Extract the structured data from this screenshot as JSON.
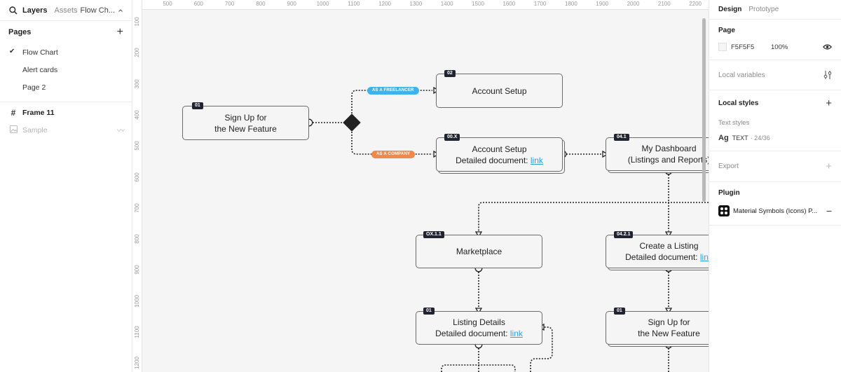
{
  "left_panel": {
    "tabs": {
      "layers": "Layers",
      "assets": "Assets"
    },
    "file_name": "Flow Ch...",
    "pages_title": "Pages",
    "pages": [
      {
        "label": "Flow Chart",
        "active": true
      },
      {
        "label": "Alert cards",
        "active": false
      },
      {
        "label": "Page 2",
        "active": false
      }
    ],
    "layers": [
      {
        "label": "Frame 11",
        "icon": "frame-icon"
      },
      {
        "label": "Sample",
        "icon": "image-icon"
      }
    ]
  },
  "rulers": {
    "top": [
      "500",
      "600",
      "700",
      "800",
      "900",
      "1000",
      "1100",
      "1200",
      "1300",
      "1400",
      "1500",
      "1600",
      "1700",
      "1800",
      "1900",
      "2000",
      "2100",
      "2200"
    ],
    "left": [
      "100",
      "200",
      "300",
      "400",
      "500",
      "600",
      "700",
      "800",
      "900",
      "1000",
      "1100",
      "1200"
    ]
  },
  "flow": {
    "nodes": [
      {
        "id": "signup",
        "tag": "01",
        "lines": [
          "Sign Up for",
          "the New Feature"
        ],
        "link": ""
      },
      {
        "id": "account",
        "tag": "02",
        "lines": [
          "Account Setup"
        ],
        "link": ""
      },
      {
        "id": "account-detail",
        "tag": "00.X",
        "lines": [
          "Account Setup"
        ],
        "doc": "Detailed document:",
        "link": "link"
      },
      {
        "id": "dashboard",
        "tag": "04.1",
        "lines": [
          "My Dashboard",
          "(Listings and Reports)"
        ],
        "link": ""
      },
      {
        "id": "marketplace",
        "tag": "OX.1.1",
        "lines": [
          "Marketplace"
        ],
        "link": ""
      },
      {
        "id": "create-listing",
        "tag": "04.2.1",
        "lines": [
          "Create a Listing"
        ],
        "doc": "Detailed document:",
        "link": "link"
      },
      {
        "id": "listing-details",
        "tag": "01",
        "lines": [
          "Listing Details"
        ],
        "doc": "Detailed document:",
        "link": "link"
      },
      {
        "id": "signup-2",
        "tag": "01",
        "lines": [
          "Sign Up for",
          "the New Feature"
        ],
        "link": ""
      }
    ],
    "branch_labels": [
      {
        "text": "AS A FREELANCER",
        "color": "#3fb2ec"
      },
      {
        "text": "AS A COMPANY",
        "color": "#f0894a"
      }
    ]
  },
  "right_panel": {
    "tabs": {
      "design": "Design",
      "prototype": "Prototype"
    },
    "page_title": "Page",
    "page_color": "F5F5F5",
    "page_opacity": "100%",
    "local_variables": "Local variables",
    "local_styles": "Local styles",
    "text_styles": "Text styles",
    "text_style": {
      "sample": "Ag",
      "name": "TEXT",
      "meta": "· 24/36"
    },
    "export": "Export",
    "plugin": "Plugin",
    "plugin_name": "Material Symbols (Icons) P..."
  }
}
